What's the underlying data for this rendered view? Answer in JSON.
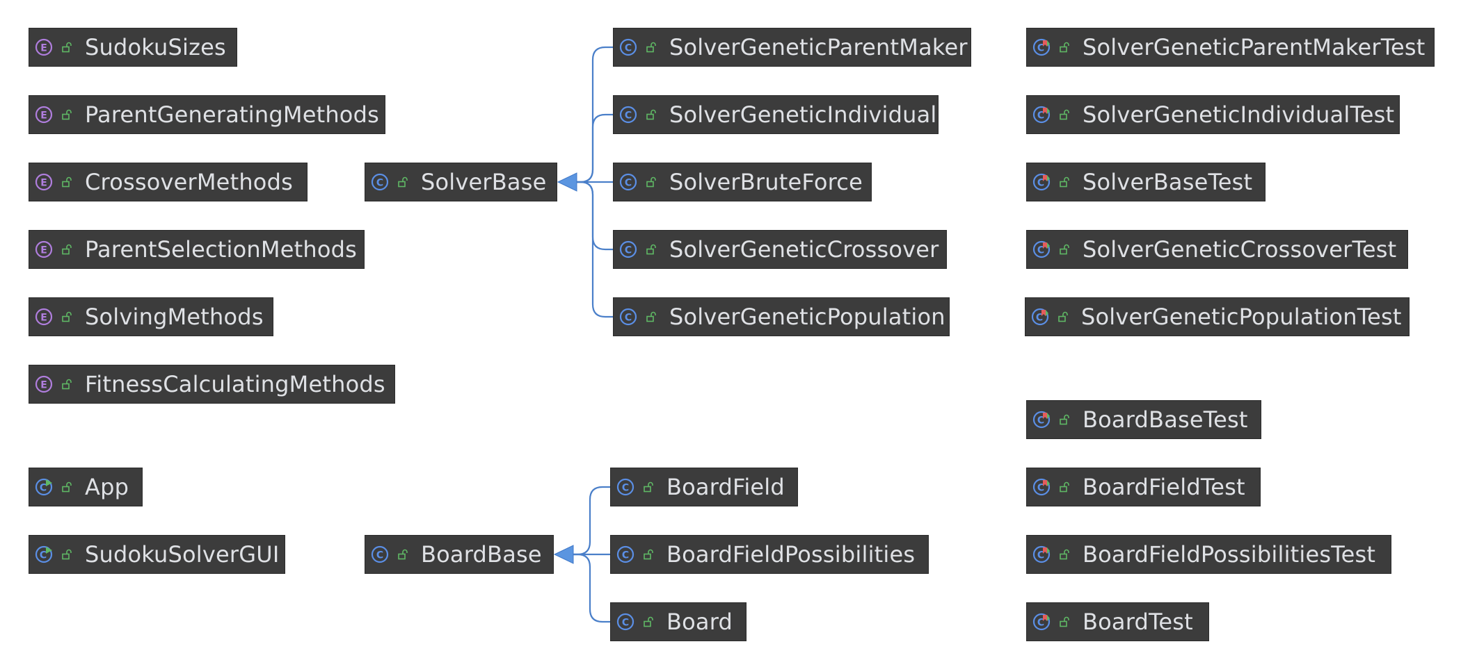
{
  "colors": {
    "node_bg": "#3c3c3c",
    "node_text": "#dfe1e5",
    "enum_icon": "#b07ede",
    "class_icon": "#5b8fe6",
    "runnable_icon": "#5fb865",
    "test_icon": "#e45c5c",
    "visibility_icon": "#5fb865",
    "edge": "#4a7fc9",
    "arrow": "#5b95e0"
  },
  "nodes": [
    {
      "id": "sudoku-sizes",
      "label": "SudokuSizes",
      "kind": "enum",
      "icon": "enum-icon"
    },
    {
      "id": "parent-generating-methods",
      "label": "ParentGeneratingMethods",
      "kind": "enum",
      "icon": "enum-icon"
    },
    {
      "id": "crossover-methods",
      "label": "CrossoverMethods",
      "kind": "enum",
      "icon": "enum-icon"
    },
    {
      "id": "parent-selection-methods",
      "label": "ParentSelectionMethods",
      "kind": "enum",
      "icon": "enum-icon"
    },
    {
      "id": "solving-methods",
      "label": "SolvingMethods",
      "kind": "enum",
      "icon": "enum-icon"
    },
    {
      "id": "fitness-calculating-methods",
      "label": "FitnessCalculatingMethods",
      "kind": "enum",
      "icon": "enum-icon"
    },
    {
      "id": "app",
      "label": "App",
      "kind": "runnable",
      "icon": "runnable-class-icon"
    },
    {
      "id": "sudoku-solver-gui",
      "label": "SudokuSolverGUI",
      "kind": "runnable",
      "icon": "runnable-class-icon"
    },
    {
      "id": "solver-base",
      "label": "SolverBase",
      "kind": "class",
      "icon": "class-icon"
    },
    {
      "id": "board-base",
      "label": "BoardBase",
      "kind": "class",
      "icon": "class-icon"
    },
    {
      "id": "solver-genetic-parent-maker",
      "label": "SolverGeneticParentMaker",
      "kind": "class",
      "icon": "class-icon"
    },
    {
      "id": "solver-genetic-individual",
      "label": "SolverGeneticIndividual",
      "kind": "class",
      "icon": "class-icon"
    },
    {
      "id": "solver-brute-force",
      "label": "SolverBruteForce",
      "kind": "class",
      "icon": "class-icon"
    },
    {
      "id": "solver-genetic-crossover",
      "label": "SolverGeneticCrossover",
      "kind": "class",
      "icon": "class-icon"
    },
    {
      "id": "solver-genetic-population",
      "label": "SolverGeneticPopulation",
      "kind": "class",
      "icon": "class-icon"
    },
    {
      "id": "board-field",
      "label": "BoardField",
      "kind": "class",
      "icon": "class-icon"
    },
    {
      "id": "board-field-possibilities",
      "label": "BoardFieldPossibilities",
      "kind": "class",
      "icon": "class-icon"
    },
    {
      "id": "board",
      "label": "Board",
      "kind": "class",
      "icon": "class-icon"
    },
    {
      "id": "solver-genetic-parent-maker-test",
      "label": "SolverGeneticParentMakerTest",
      "kind": "test",
      "icon": "test-class-icon"
    },
    {
      "id": "solver-genetic-individual-test",
      "label": "SolverGeneticIndividualTest",
      "kind": "test",
      "icon": "test-class-icon"
    },
    {
      "id": "solver-base-test",
      "label": "SolverBaseTest",
      "kind": "test",
      "icon": "test-class-icon"
    },
    {
      "id": "solver-genetic-crossover-test",
      "label": "SolverGeneticCrossoverTest",
      "kind": "test",
      "icon": "test-class-icon"
    },
    {
      "id": "solver-genetic-population-test",
      "label": "SolverGeneticPopulationTest",
      "kind": "test",
      "icon": "test-class-icon"
    },
    {
      "id": "board-base-test",
      "label": "BoardBaseTest",
      "kind": "test",
      "icon": "test-class-icon"
    },
    {
      "id": "board-field-test",
      "label": "BoardFieldTest",
      "kind": "test",
      "icon": "test-class-icon"
    },
    {
      "id": "board-field-possibilities-test",
      "label": "BoardFieldPossibilitiesTest",
      "kind": "test",
      "icon": "test-class-icon"
    },
    {
      "id": "board-test",
      "label": "BoardTest",
      "kind": "test",
      "icon": "test-class-icon"
    }
  ],
  "inheritance": [
    {
      "parent": "solver-base",
      "children": [
        "solver-genetic-parent-maker",
        "solver-genetic-individual",
        "solver-brute-force",
        "solver-genetic-crossover",
        "solver-genetic-population"
      ]
    },
    {
      "parent": "board-base",
      "children": [
        "board-field",
        "board-field-possibilities",
        "board"
      ]
    }
  ]
}
